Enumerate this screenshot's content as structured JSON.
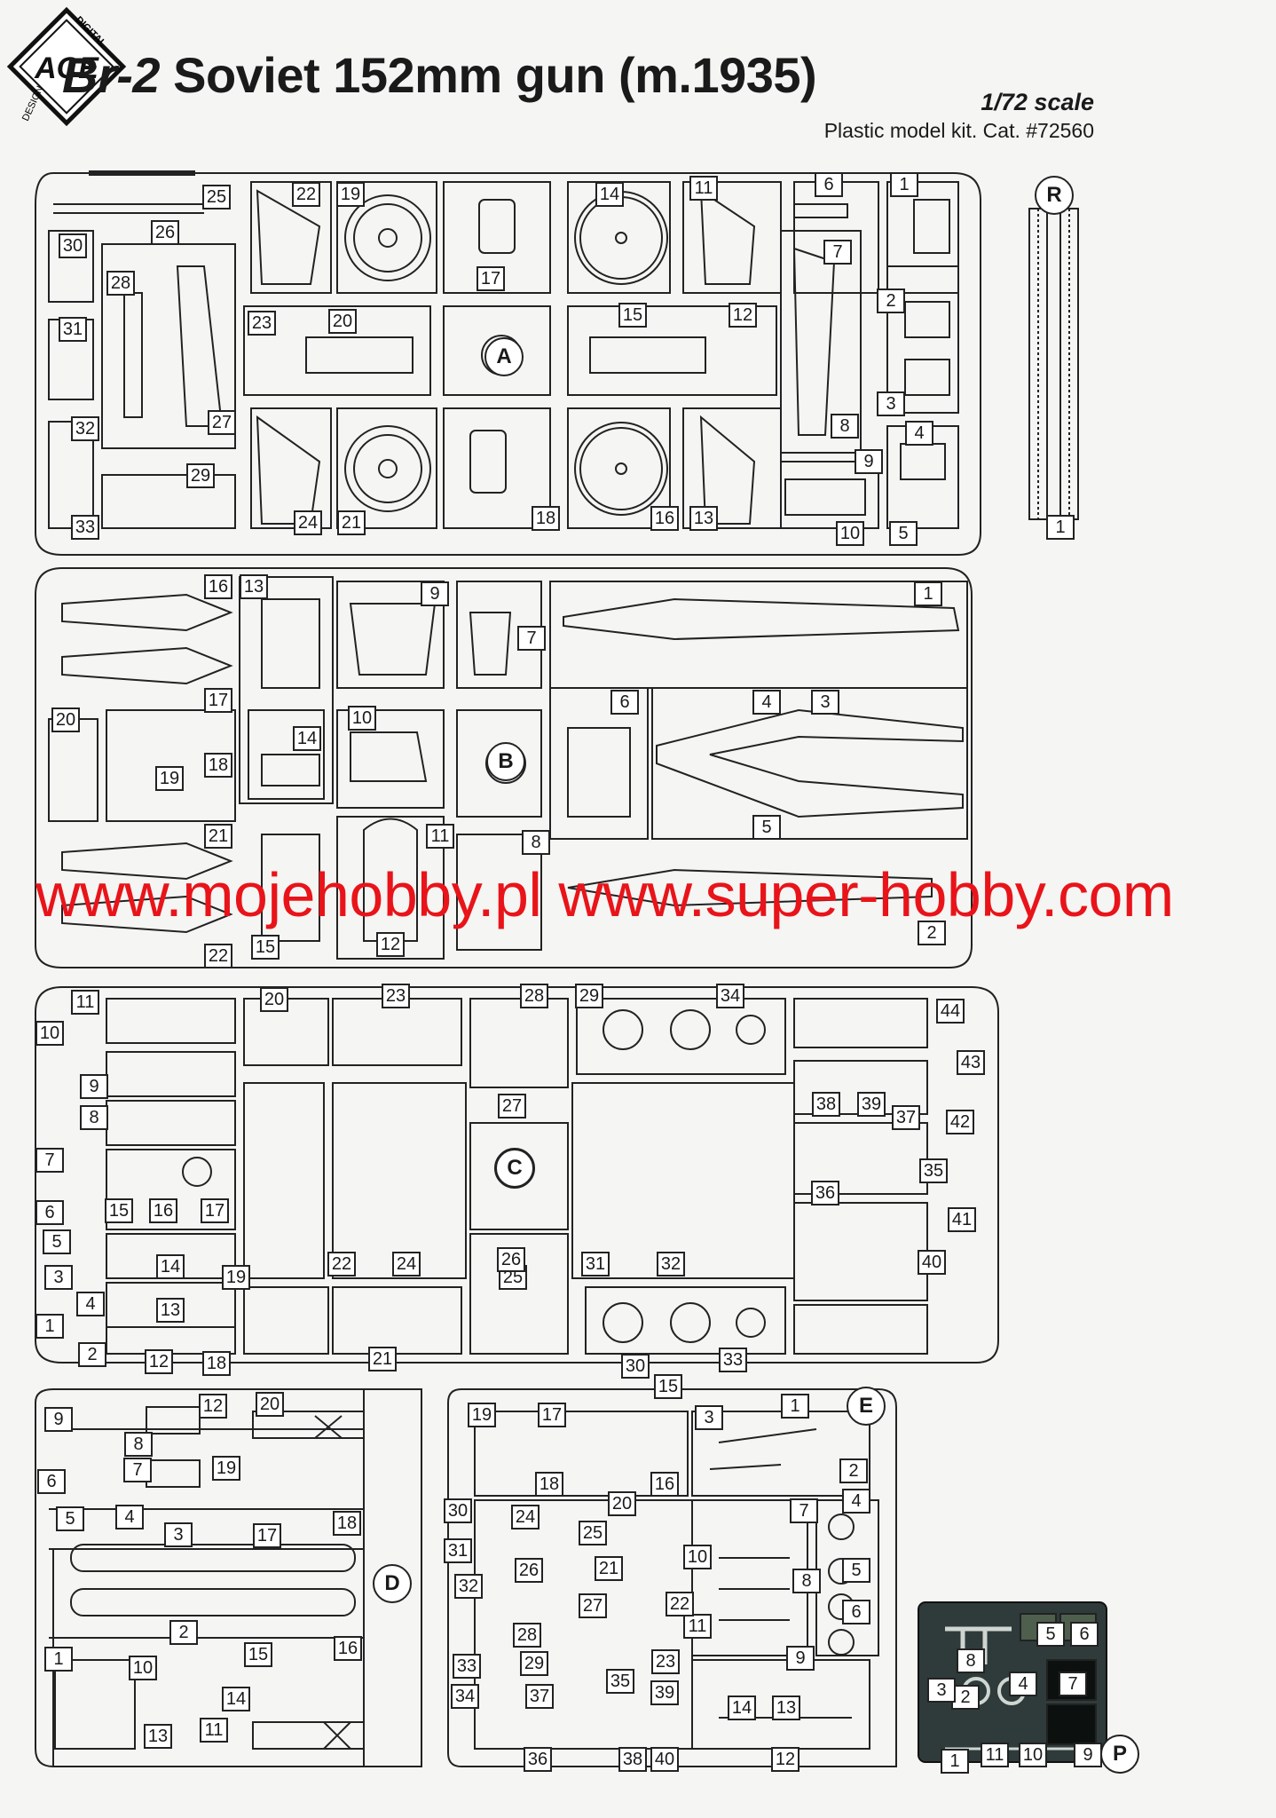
{
  "header": {
    "model_code": "Br-2",
    "title_rest": "Soviet 152mm gun (m.1935)",
    "scale": "1/72 scale",
    "catalog": "Plastic model kit. Cat. #72560"
  },
  "logo": {
    "letters": "ACE",
    "ring_top": "DIGITAL",
    "ring_side": "DESIGN"
  },
  "watermark": "www.mojehobby.pl www.super-hobby.com",
  "sprues": {
    "A": {
      "letter": "A",
      "parts": [
        "1",
        "2",
        "3",
        "4",
        "5",
        "6",
        "7",
        "8",
        "9",
        "10",
        "11",
        "12",
        "13",
        "14",
        "15",
        "16",
        "17",
        "18",
        "19",
        "20",
        "21",
        "22",
        "23",
        "24",
        "25",
        "26",
        "27",
        "28",
        "29",
        "30",
        "31",
        "32",
        "33"
      ]
    },
    "R": {
      "letter": "R",
      "parts": [
        "1"
      ]
    },
    "B": {
      "letter": "B",
      "parts": [
        "1",
        "2",
        "3",
        "4",
        "5",
        "6",
        "7",
        "8",
        "9",
        "10",
        "11",
        "12",
        "13",
        "14",
        "15",
        "16",
        "17",
        "18",
        "19",
        "20",
        "21",
        "22"
      ]
    },
    "C": {
      "letter": "C",
      "parts": [
        "1",
        "2",
        "3",
        "4",
        "5",
        "6",
        "7",
        "8",
        "9",
        "10",
        "11",
        "12",
        "13",
        "14",
        "15",
        "16",
        "17",
        "18",
        "19",
        "20",
        "21",
        "22",
        "23",
        "24",
        "25",
        "26",
        "27",
        "28",
        "29",
        "30",
        "31",
        "32",
        "33",
        "34",
        "35",
        "36",
        "37",
        "38",
        "39",
        "40",
        "41",
        "42",
        "43",
        "44"
      ]
    },
    "D": {
      "letter": "D",
      "parts": [
        "1",
        "2",
        "3",
        "4",
        "5",
        "6",
        "7",
        "8",
        "9",
        "10",
        "11",
        "12",
        "13",
        "14",
        "15",
        "16",
        "17",
        "18",
        "19",
        "20"
      ]
    },
    "E": {
      "letter": "E",
      "parts": [
        "1",
        "2",
        "3",
        "4",
        "5",
        "6",
        "7",
        "8",
        "9",
        "10",
        "11",
        "12",
        "13",
        "14",
        "15",
        "16",
        "17",
        "18",
        "19",
        "20",
        "21",
        "22",
        "23",
        "24",
        "25",
        "26",
        "27",
        "28",
        "29",
        "30",
        "31",
        "32",
        "33",
        "34",
        "35",
        "36",
        "37",
        "38",
        "39",
        "40"
      ]
    },
    "P": {
      "letter": "P",
      "parts": [
        "1",
        "2",
        "3",
        "4",
        "5",
        "6",
        "7",
        "8",
        "9",
        "10",
        "11"
      ]
    }
  }
}
